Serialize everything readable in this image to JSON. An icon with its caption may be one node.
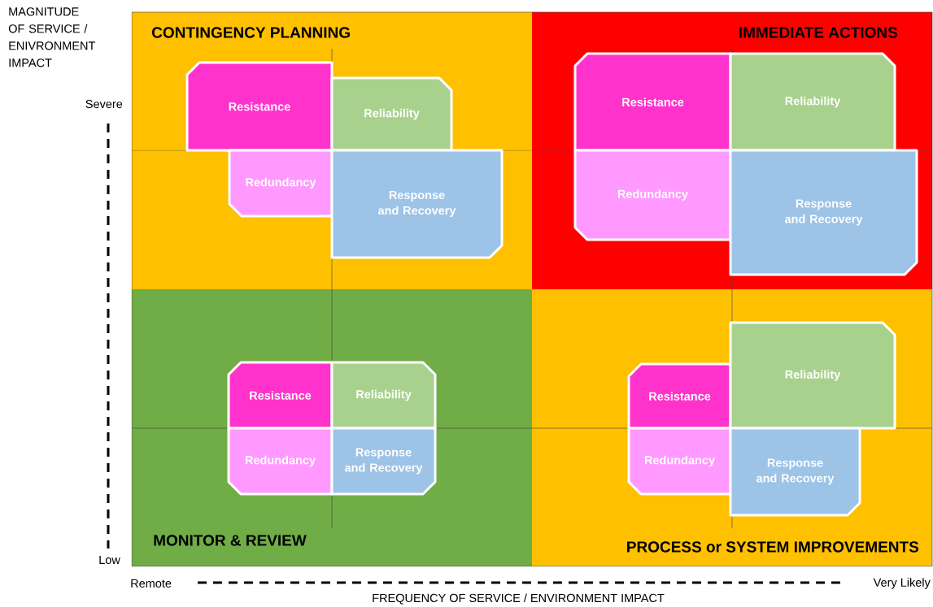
{
  "diagram": {
    "nodes": [
      {
        "text": [
          "CONTINGENCY PLANNING"
        ]
      },
      {
        "text": [
          "Resistance"
        ],
        "in": 0
      },
      {
        "text": [
          "Reliability"
        ],
        "in": 0
      },
      {
        "text": [
          "Redundancy"
        ],
        "in": 0
      },
      {
        "text": [
          "Response and Recovery"
        ],
        "in": 0
      },
      {
        "text": [
          "IMMEDIATE ACTIONS"
        ]
      },
      {
        "text": [
          "Resistance"
        ],
        "in": 5
      },
      {
        "text": [
          "Reliability"
        ],
        "in": 5
      },
      {
        "text": [
          "Redundancy"
        ],
        "in": 5
      },
      {
        "text": [
          "Response and Recovery"
        ],
        "in": 5
      },
      {
        "text": [
          "MONITOR & REVIEW"
        ]
      },
      {
        "text": [
          "Resistance"
        ],
        "in": 10
      },
      {
        "text": [
          "Reliability"
        ],
        "in": 10
      },
      {
        "text": [
          "Redundancy"
        ],
        "in": 10
      },
      {
        "text": [
          "Response and Recovery"
        ],
        "in": 10
      },
      {
        "text": [
          "PROCESS or SYSTEM IMPROVEMENTS"
        ]
      },
      {
        "text": [
          "Resistance"
        ],
        "in": 15
      },
      {
        "text": [
          "Reliability"
        ],
        "in": 15
      },
      {
        "text": [
          "Redundancy"
        ],
        "in": 15
      },
      {
        "text": [
          "Response and Recovery"
        ],
        "in": 15
      }
    ],
    "labels": [
      "MAGNITUDE OF SERVICE / ENIVRONMENT IMPACT",
      "Severe",
      "Low",
      "Remote",
      "Very Likely",
      "FREQUENCY OF SERVICE / ENVIRONMENT IMPACT"
    ]
  }
}
